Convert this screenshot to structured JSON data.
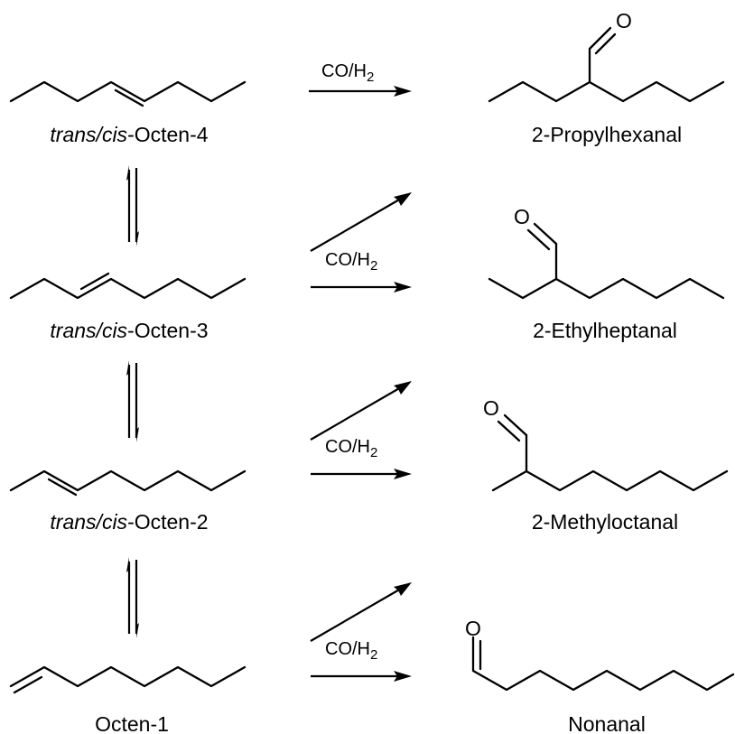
{
  "reactants": [
    {
      "prefix": "trans/cis",
      "sep": "-",
      "name": "Octen-4"
    },
    {
      "prefix": "trans/cis",
      "sep": "-",
      "name": "Octen-3"
    },
    {
      "prefix": "trans/cis",
      "sep": "-",
      "name": "Octen-2"
    },
    {
      "prefix": "",
      "sep": "",
      "name": "Octen-1"
    }
  ],
  "products": [
    "2-Propylhexanal",
    "2-Ethylheptanal",
    "2-Methyloctanal",
    "Nonanal"
  ],
  "reagent": {
    "main": "CO/H",
    "sub": "2"
  },
  "atoms": {
    "oxygen": "O"
  }
}
